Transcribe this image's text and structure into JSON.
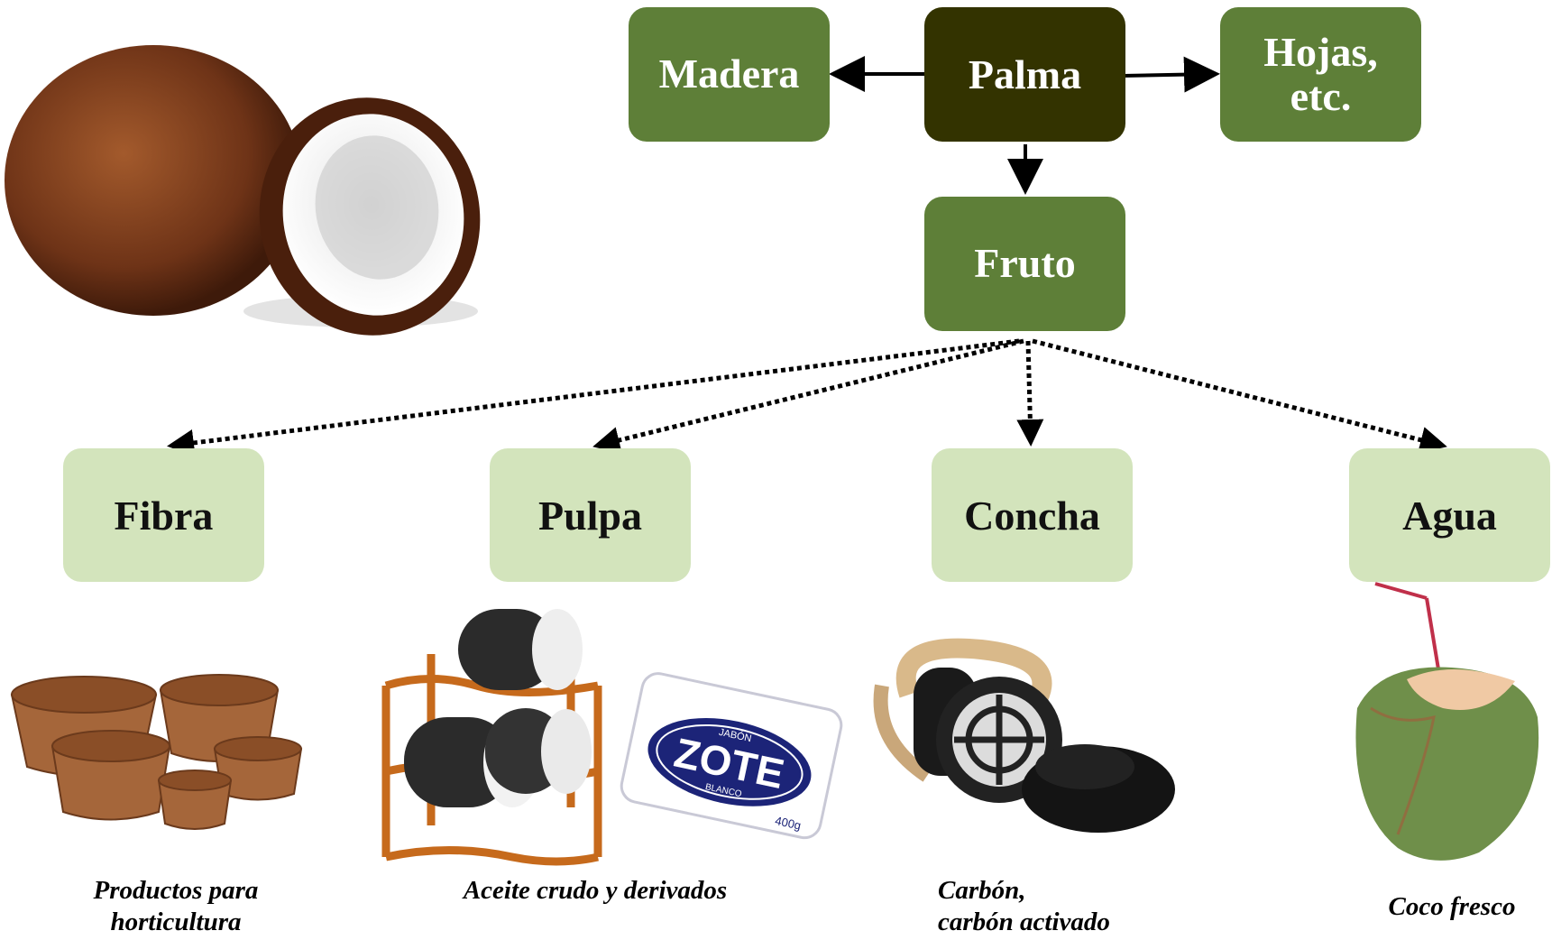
{
  "nodes": {
    "palma": "Palma",
    "madera": "Madera",
    "hojas": "Hojas,\netc.",
    "fruto": "Fruto",
    "fibra": "Fibra",
    "pulpa": "Pulpa",
    "concha": "Concha",
    "agua": "Agua"
  },
  "captions": {
    "fibra": "Productos para\nhorticultura",
    "pulpa": "Aceite crudo y derivados",
    "concha": "Carbón,\ncarbón activado",
    "agua": "Coco fresco"
  },
  "soap_label": {
    "brand": "ZOTE",
    "top": "JABÓN",
    "bottom": "BLANCO",
    "weight": "400g"
  },
  "colors": {
    "root_node": "#333300",
    "level1_node": "#5e7f38",
    "level2_node": "#d3e4bc"
  }
}
